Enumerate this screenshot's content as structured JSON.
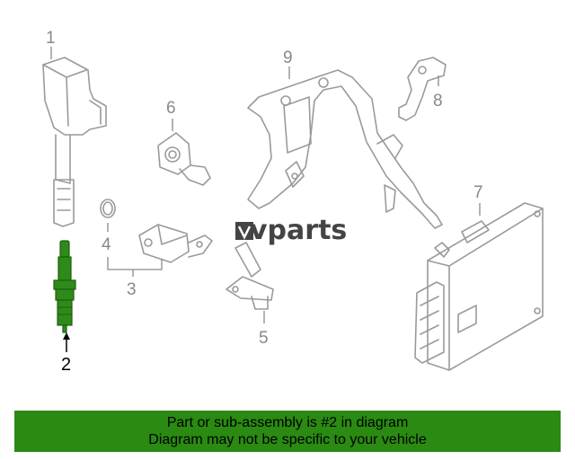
{
  "callouts": {
    "c1": "1",
    "c2": "2",
    "c3": "3",
    "c4": "4",
    "c5": "5",
    "c6": "6",
    "c7": "7",
    "c8": "8",
    "c9": "9"
  },
  "watermark": "vparts",
  "banner": {
    "line1": "Part or sub-assembly is #2 in diagram",
    "line2": "Diagram may not be specific to your vehicle"
  },
  "colors": {
    "highlight": "#2e8b1a",
    "banner": "#2a8a12",
    "outline": "#9a9a9a"
  }
}
